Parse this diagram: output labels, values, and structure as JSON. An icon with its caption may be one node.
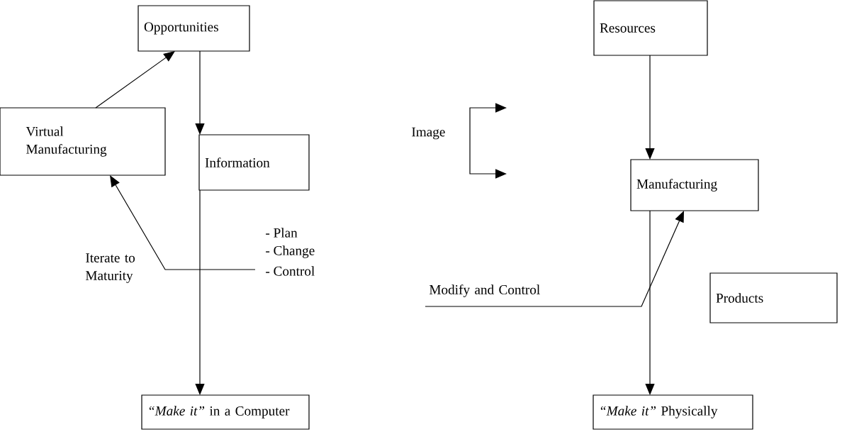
{
  "diagram": {
    "nodes": [
      {
        "text": [
          "Opportunities"
        ]
      },
      {
        "text": [
          "Virtual Manufacturing"
        ]
      },
      {
        "text": [
          "Information"
        ]
      },
      {
        "text": [
          "*“Make it”* in a Computer"
        ]
      },
      {
        "text": [
          "Resources"
        ]
      },
      {
        "text": [
          "Manufacturing"
        ]
      },
      {
        "text": [
          "Products"
        ]
      },
      {
        "text": [
          "*“Make it”* Physically"
        ]
      }
    ],
    "edges": [
      {
        "from": 1,
        "to": 0,
        "arrow": "to"
      },
      {
        "from": 0,
        "to": 2,
        "arrow": "to"
      },
      {
        "from": 2,
        "to": 3,
        "arrow": "to"
      },
      {
        "from": null,
        "to": 1,
        "arrow": "to",
        "label": "Iterate to Maturity"
      },
      {
        "from": null,
        "to": 5,
        "arrow": "to",
        "label": "Modify and Control"
      },
      {
        "from": 4,
        "to": 5,
        "arrow": "to"
      },
      {
        "from": 5,
        "to": 7,
        "arrow": "to"
      }
    ],
    "labels": [
      "Image",
      "- Plan",
      "- Change",
      "- Control"
    ]
  }
}
